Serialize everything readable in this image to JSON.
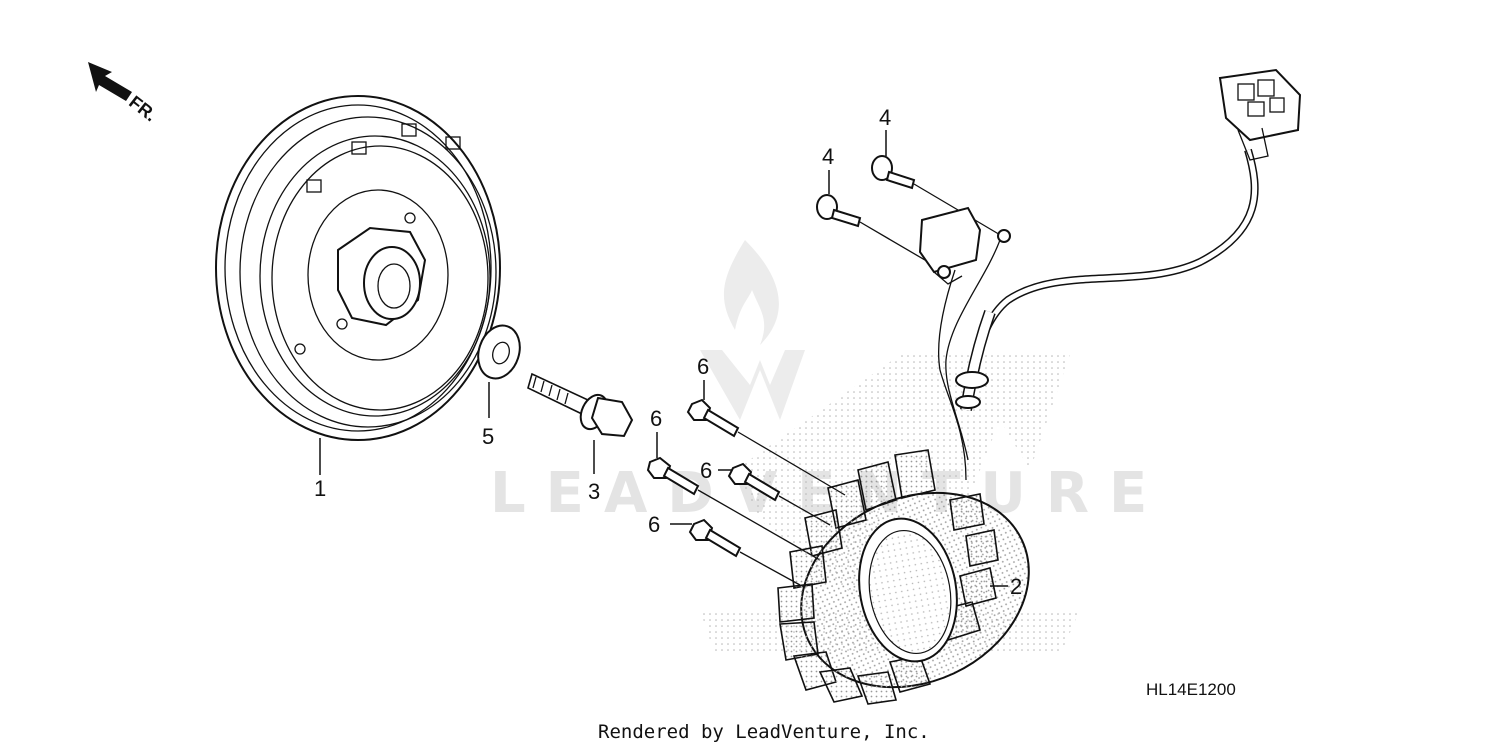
{
  "diagram": {
    "direction_label": "FR.",
    "ref_code": "HL14E1200",
    "footer": "Rendered by LeadVenture, Inc.",
    "watermark_text": "LEADVENTURE",
    "callouts": {
      "flywheel": "1",
      "stator": "2",
      "flange_bolt": "3",
      "washer": "5",
      "pulse_screw_a": "4",
      "pulse_screw_b": "4",
      "stator_bolt_a": "6",
      "stator_bolt_b": "6",
      "stator_bolt_c": "6",
      "stator_bolt_d": "6"
    },
    "colors": {
      "line": "#111111",
      "watermark": "#e4e4e4",
      "stipple": "#9a9a9a"
    }
  }
}
